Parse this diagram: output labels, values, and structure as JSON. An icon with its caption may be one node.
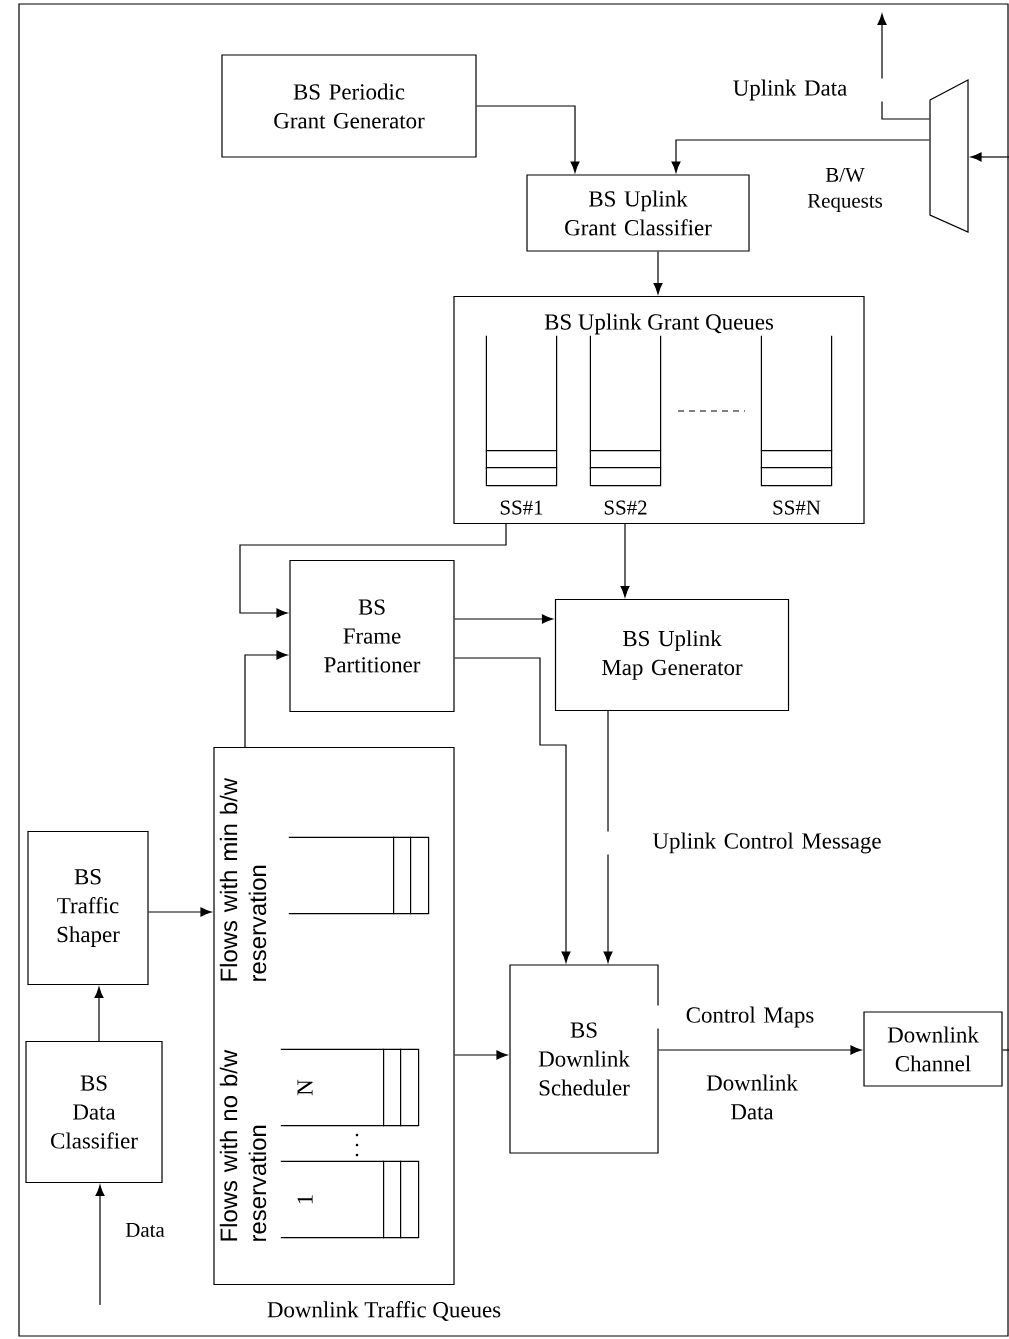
{
  "diagram": {
    "nodes": [
      {
        "text": [
          "BS Periodic Grant Generator"
        ]
      },
      {
        "text": [
          "BS Uplink Grant Classifier"
        ]
      },
      {
        "text": [],
        "shape": "trapezoid"
      },
      {
        "text": [
          "BS Uplink Grant Queues"
        ]
      },
      {
        "text": [
          "SS#1"
        ],
        "in": 3
      },
      {
        "text": [
          "SS#2"
        ],
        "in": 3
      },
      {
        "text": [
          "SS#N"
        ],
        "in": 3
      },
      {
        "text": [
          "BS Frame Partitioner"
        ]
      },
      {
        "text": [
          "BS Uplink Map Generator"
        ]
      },
      {
        "text": [
          "Downlink Traffic Queues"
        ]
      },
      {
        "text": [],
        "shape": "box",
        "in": 9
      },
      {
        "text": [
          "N"
        ],
        "in": 9
      },
      {
        "text": [
          "1"
        ],
        "in": 9
      },
      {
        "text": [
          "BS Traffic Shaper"
        ]
      },
      {
        "text": [
          "BS Data Classifier"
        ]
      },
      {
        "text": [
          "BS Downlink Scheduler"
        ]
      },
      {
        "text": [
          "Downlink Channel"
        ]
      }
    ],
    "edges": [
      {
        "from": 0,
        "to": 1,
        "arrow": "to"
      },
      {
        "from": 2,
        "to": 1,
        "arrow": "to",
        "label": "B/W Requests"
      },
      {
        "from": 2,
        "to": null,
        "arrow": "to",
        "label": "Uplink Data"
      },
      {
        "from": null,
        "to": 2,
        "arrow": "to"
      },
      {
        "from": 1,
        "to": 3,
        "arrow": "to"
      },
      {
        "from": 3,
        "to": 7,
        "arrow": "to"
      },
      {
        "from": 3,
        "to": 8,
        "arrow": "to"
      },
      {
        "from": 7,
        "to": 8,
        "arrow": "to"
      },
      {
        "from": 9,
        "to": 7,
        "arrow": "to"
      },
      {
        "from": 7,
        "to": 15,
        "arrow": "to"
      },
      {
        "from": 8,
        "to": 15,
        "arrow": "to",
        "label": "Uplink Control Message"
      },
      {
        "from": 13,
        "to": 9,
        "arrow": "to"
      },
      {
        "from": 14,
        "to": 13,
        "arrow": "to"
      },
      {
        "from": null,
        "to": 14,
        "arrow": "to",
        "label": "Data"
      },
      {
        "from": 9,
        "to": 15,
        "arrow": "to"
      },
      {
        "from": 15,
        "to": 16,
        "arrow": "to",
        "label": "Control Maps"
      },
      {
        "from": 16,
        "to": null,
        "arrow": "none"
      }
    ],
    "labels": [
      "Flows with min b/w reservation",
      "Flows with no b/w reservation",
      "Downlink Data"
    ]
  }
}
